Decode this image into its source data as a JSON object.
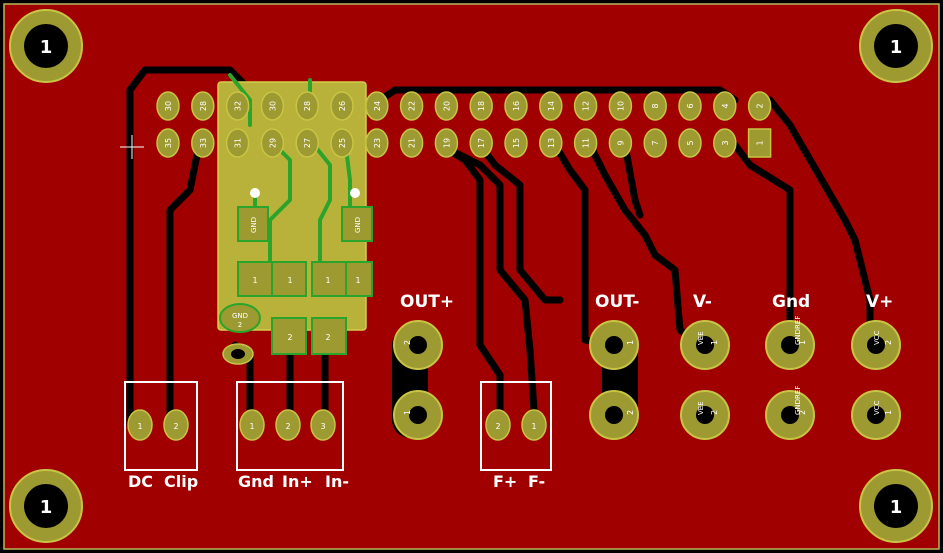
{
  "colors": {
    "background": "#000000",
    "copper_fill": "#a00000",
    "track": "#000000",
    "pad": "#9e9a32",
    "pad_ring": "#c8c444",
    "silkscreen": "#ffffff",
    "highlight_zone": "#b9b23a",
    "highlight_track": "#2ba42b",
    "border": "#b7b75a"
  },
  "mounting_holes": [
    {
      "label": "1"
    },
    {
      "label": "1"
    },
    {
      "label": "1"
    },
    {
      "label": "1"
    }
  ],
  "header_top_row": [
    "30",
    "28",
    "32",
    "30",
    "28",
    "26",
    "24",
    "22",
    "20",
    "18",
    "16",
    "14",
    "12",
    "10",
    "8",
    "6",
    "4",
    "2"
  ],
  "header_bottom_row": [
    "35",
    "33",
    "31",
    "29",
    "27",
    "25",
    "23",
    "21",
    "19",
    "17",
    "15",
    "13",
    "11",
    "9",
    "7",
    "5",
    "3",
    "1"
  ],
  "labels": {
    "out_plus": "OUT+",
    "out_minus": "OUT-",
    "v_minus": "V-",
    "gnd": "Gnd",
    "v_plus": "V+",
    "dc": "DC",
    "clip": "Clip",
    "gnd_in": "Gnd",
    "in_plus": "In+",
    "in_minus": "In-",
    "f_plus": "F+",
    "f_minus": "F-"
  },
  "pad_numbers": {
    "one": "1",
    "two": "2",
    "three": "3"
  },
  "net_names": {
    "vee": "VEE",
    "gndref": "GNDREF",
    "vcc": "VCC",
    "gnd": "GND"
  }
}
